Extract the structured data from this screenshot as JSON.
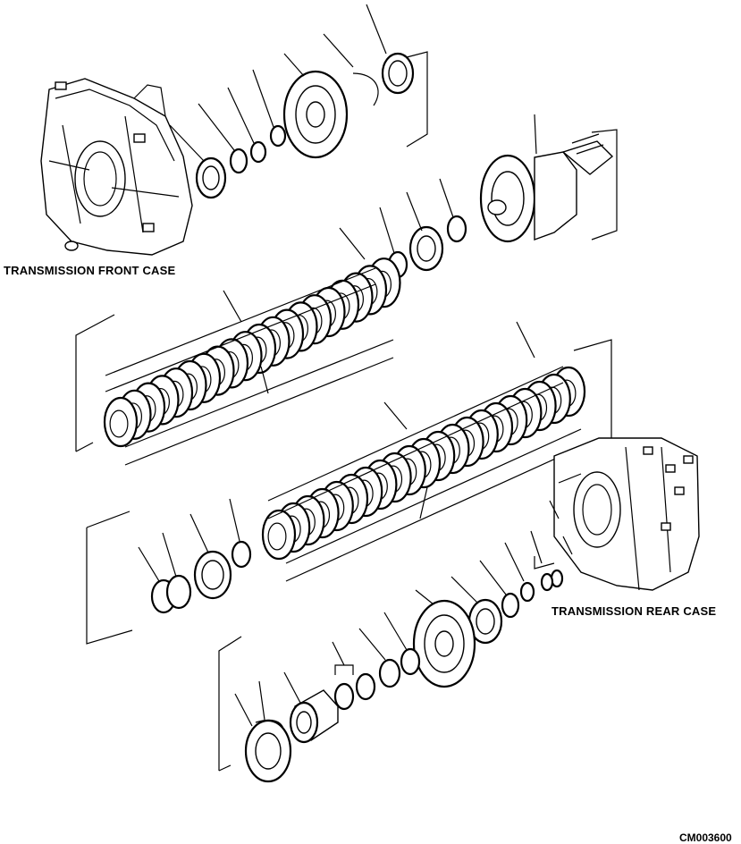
{
  "labels": {
    "front_case": "TRANSMISSION FRONT CASE",
    "rear_case": "TRANSMISSION REAR CASE",
    "drawing_code": "CM003600"
  }
}
